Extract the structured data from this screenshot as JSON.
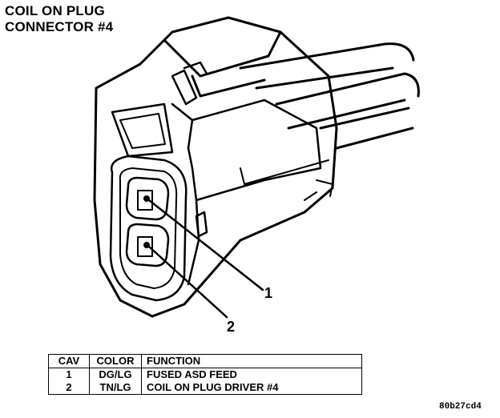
{
  "title": {
    "line1": "COIL ON PLUG",
    "line2": "CONNECTOR #4"
  },
  "callouts": [
    "1",
    "2"
  ],
  "table": {
    "headers": [
      "CAV",
      "COLOR",
      "FUNCTION"
    ],
    "rows": [
      {
        "cav": "1",
        "color": "DG/LG",
        "function": "FUSED ASD FEED"
      },
      {
        "cav": "2",
        "color": "TN/LG",
        "function": "COIL ON PLUG DRIVER #4"
      }
    ]
  },
  "figure_id": "80b27cd4"
}
